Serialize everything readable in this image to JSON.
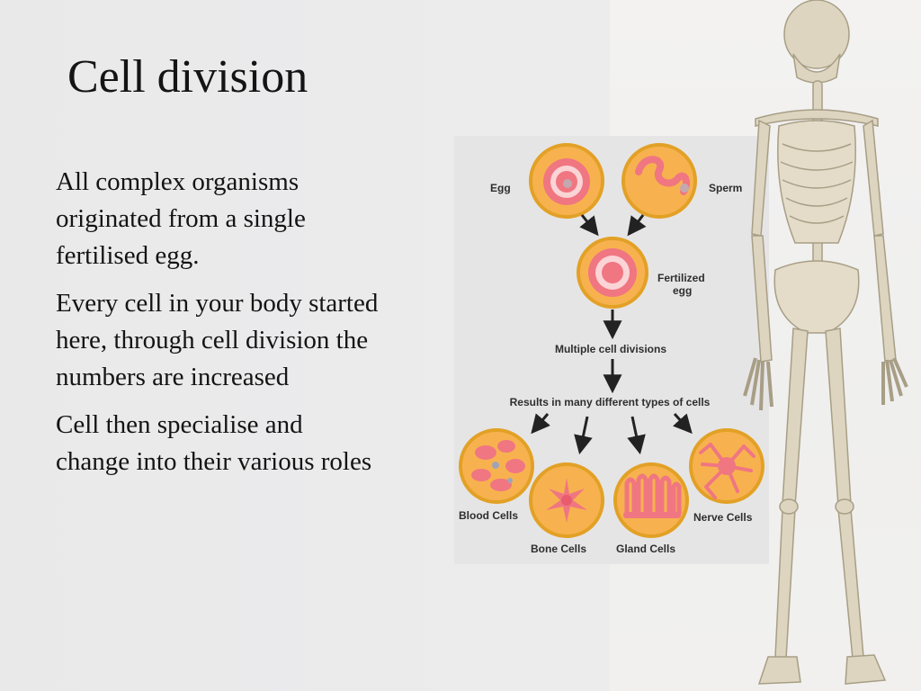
{
  "slide": {
    "title": "Cell division",
    "paragraphs": [
      "All complex organisms originated from a single fertilised egg.",
      "Every cell in your body started here, through cell division the numbers are increased",
      "Cell then specialise and change into their various roles"
    ]
  },
  "diagram": {
    "egg_label": "Egg",
    "sperm_label": "Sperm",
    "fertilized_label_line1": "Fertilized",
    "fertilized_label_line2": "egg",
    "step1": "Multiple cell divisions",
    "step2": "Results in many different types of cells",
    "cell_types": [
      "Blood Cells",
      "Bone Cells",
      "Gland Cells",
      "Nerve Cells"
    ]
  },
  "colors": {
    "cell_outline": "#e2a126",
    "cell_fill": "#f7b24f",
    "cell_pink": "#f07682",
    "cell_light": "#fbd4d6",
    "arrow": "#222222"
  },
  "icons": {
    "skeleton": "human-skeleton-icon"
  }
}
